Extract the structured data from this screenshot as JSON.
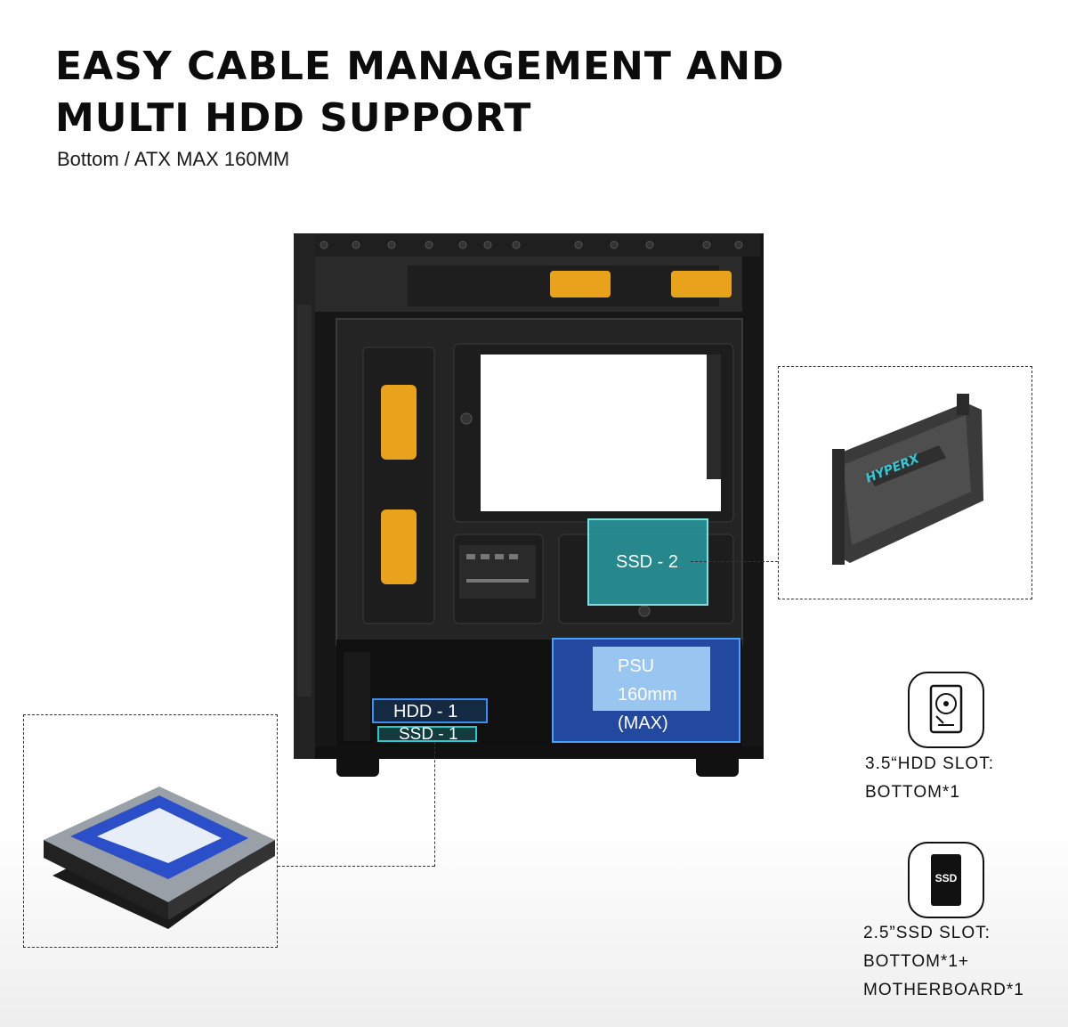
{
  "header": {
    "title_line1": "EASY CABLE MANAGEMENT AND",
    "title_line2": "MULTI HDD SUPPORT",
    "subtitle": "Bottom / ATX MAX 160MM"
  },
  "labels": {
    "ssd2": "SSD - 2",
    "psu_line1": "PSU",
    "psu_line2": "160mm",
    "psu_line3": "(MAX)",
    "hdd1": "HDD - 1",
    "ssd1": "SSD - 1"
  },
  "ssd_drive_logo": "HYPERX",
  "ssd_icon_text": "SSD",
  "specs": {
    "hdd": {
      "line1": "3.5“HDD SLOT:",
      "line2": "BOTTOM*1"
    },
    "ssd": {
      "line1": "2.5”SSD SLOT:",
      "line2": "BOTTOM*1+",
      "line3": "MOTHERBOARD*1"
    }
  },
  "colors": {
    "ssd_highlight": "#28a0a5",
    "psu_highlight": "#2a5ac8",
    "psu_inner": "#a0cdf5",
    "grommet": "#e8a21c",
    "case_body": "#1c1c1c"
  }
}
